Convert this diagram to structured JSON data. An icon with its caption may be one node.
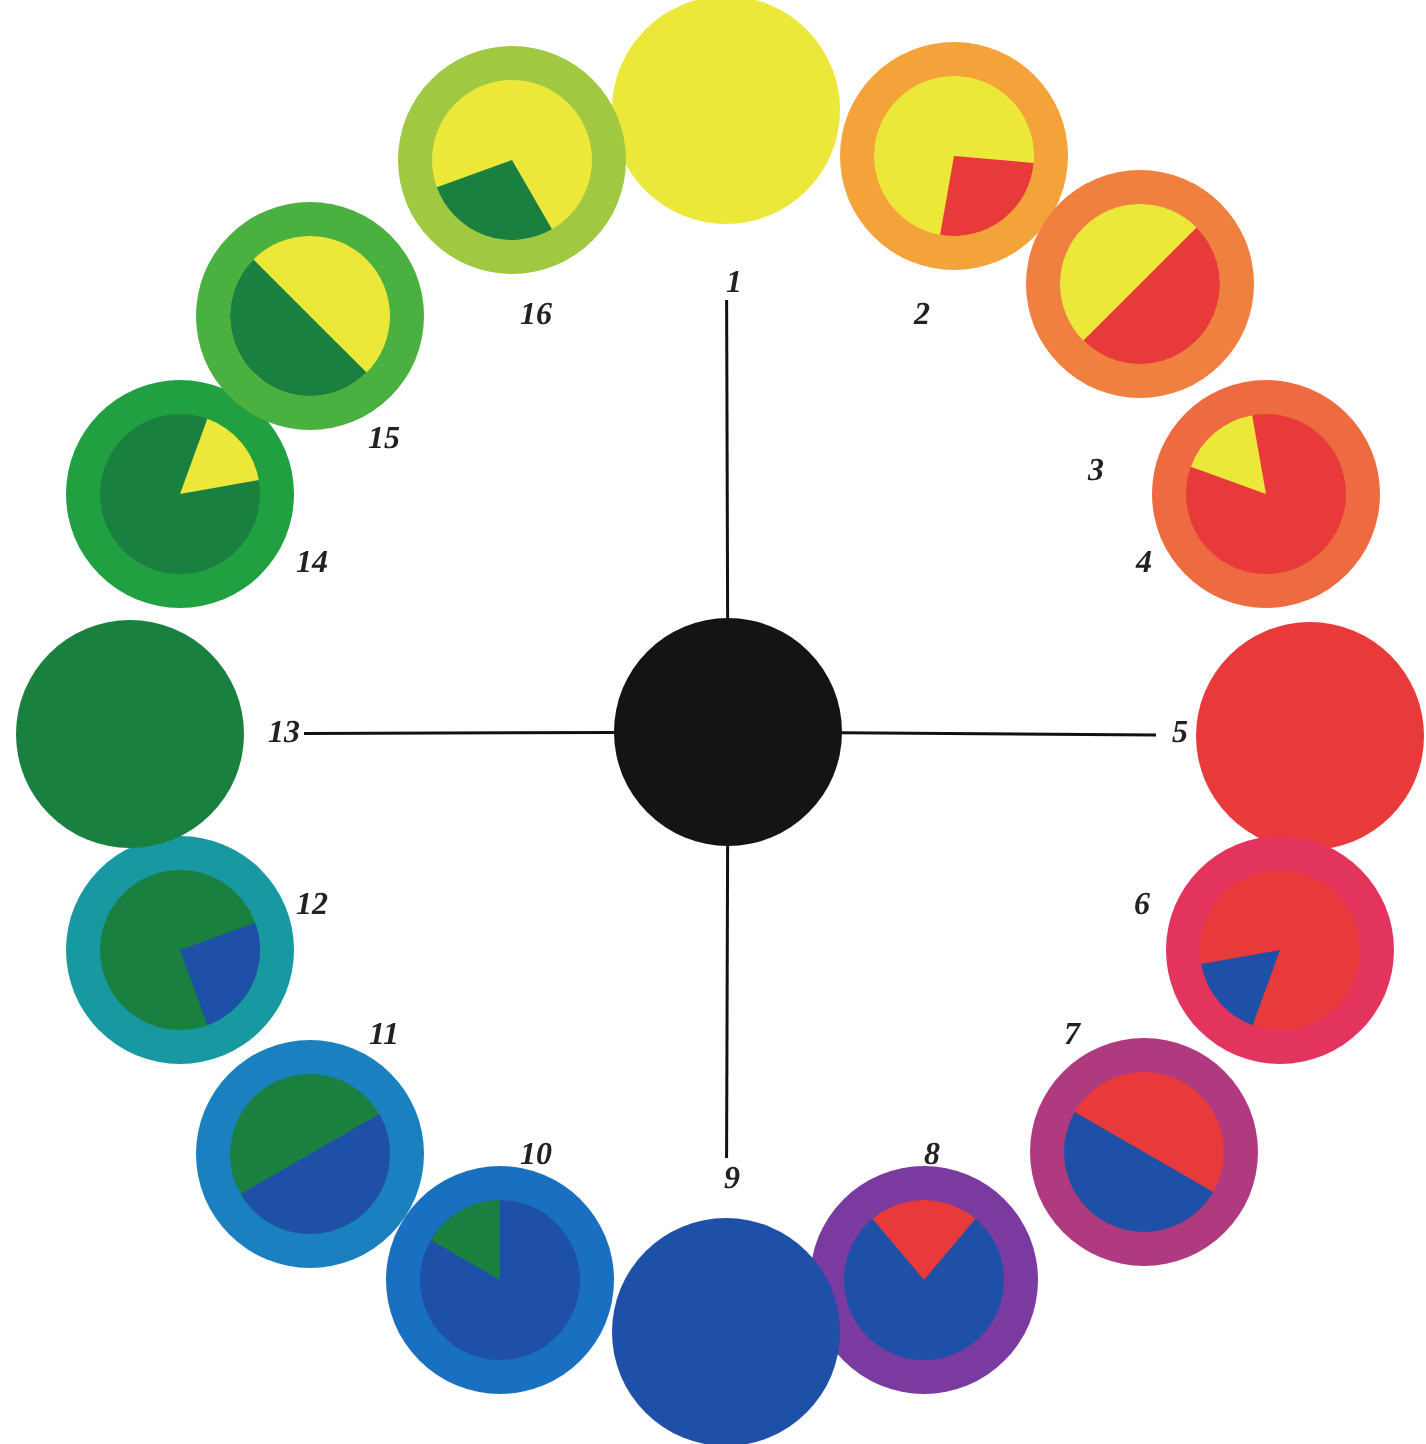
{
  "diagram": {
    "nodes": [
      {
        "text": [],
        "shape": "circle",
        "beside": [
          "1"
        ]
      },
      {
        "text": [],
        "shape": "circle",
        "beside": [
          "2"
        ]
      },
      {
        "text": [],
        "shape": "circle",
        "beside": [
          "3"
        ]
      },
      {
        "text": [],
        "shape": "circle",
        "beside": [
          "4"
        ]
      },
      {
        "text": [],
        "shape": "circle",
        "beside": [
          "5"
        ]
      },
      {
        "text": [],
        "shape": "circle",
        "beside": [
          "6"
        ]
      },
      {
        "text": [],
        "shape": "circle",
        "beside": [
          "7"
        ]
      },
      {
        "text": [],
        "shape": "circle",
        "beside": [
          "8"
        ]
      },
      {
        "text": [],
        "shape": "circle",
        "beside": [
          "9"
        ]
      },
      {
        "text": [],
        "shape": "circle",
        "beside": [
          "10"
        ]
      },
      {
        "text": [],
        "shape": "circle",
        "beside": [
          "11"
        ]
      },
      {
        "text": [],
        "shape": "circle",
        "beside": [
          "12"
        ]
      },
      {
        "text": [],
        "shape": "circle",
        "beside": [
          "13"
        ]
      },
      {
        "text": [],
        "shape": "circle",
        "beside": [
          "14"
        ]
      },
      {
        "text": [],
        "shape": "circle",
        "beside": [
          "15"
        ]
      },
      {
        "text": [],
        "shape": "circle",
        "beside": [
          "16"
        ]
      },
      {
        "text": [],
        "shape": "circle"
      }
    ],
    "edges": [
      {
        "from": 16,
        "to": 0,
        "arrow": "none"
      },
      {
        "from": 16,
        "to": 4,
        "arrow": "none"
      },
      {
        "from": 16,
        "to": 8,
        "arrow": "none"
      },
      {
        "from": 16,
        "to": 12,
        "arrow": "none"
      }
    ]
  }
}
